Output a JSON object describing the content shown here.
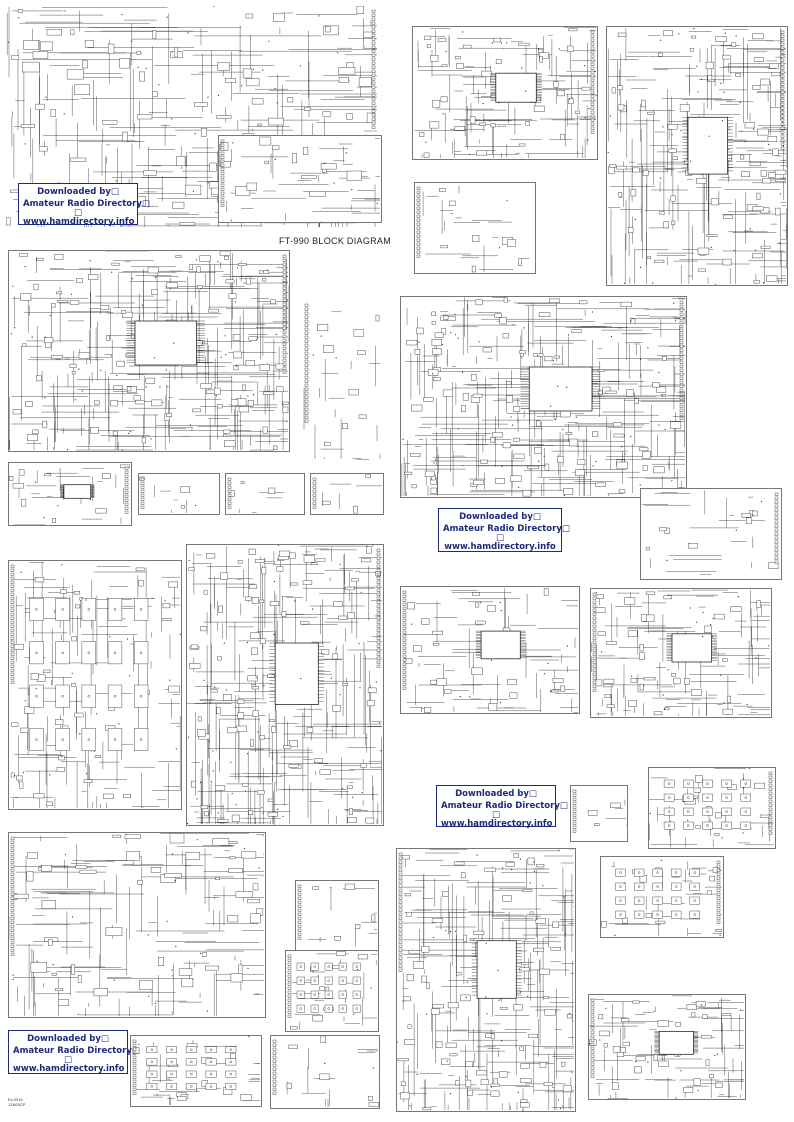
{
  "diagram_title": "FT-990 BLOCK DIAGRAM",
  "watermark": {
    "line1": "Downloaded by□",
    "line2": "Amateur Radio Directory□",
    "line3": "□",
    "line4": "www.hamdirectory.info"
  },
  "corner_code": [
    "Ex.0016",
    "1ZA03CP"
  ],
  "colors": {
    "ink": "#2a2a2a",
    "watermark": "#1d2b7a",
    "border": "#777777"
  },
  "sheets": [
    {
      "id": "block-diagram",
      "style": "blocks",
      "seed": 11
    },
    {
      "id": "block-diagram-sub",
      "style": "blocks",
      "seed": 12
    },
    {
      "id": "display-unit",
      "style": "dense",
      "seed": 13
    },
    {
      "id": "display-unit-small",
      "style": "sparse",
      "seed": 14
    },
    {
      "id": "ctrl-unit",
      "style": "grid",
      "seed": 15
    },
    {
      "id": "ctrl-unit-side",
      "style": "dense",
      "seed": 16
    },
    {
      "id": "ctrl-parts",
      "style": "bus",
      "seed": 17
    },
    {
      "id": "ctrl-conn",
      "style": "sparse",
      "seed": 18
    },
    {
      "id": "small-1",
      "style": "sparse",
      "seed": 19
    },
    {
      "id": "small-2",
      "style": "sparse",
      "seed": 20
    },
    {
      "id": "small-3",
      "style": "sparse",
      "seed": 21
    },
    {
      "id": "small-4",
      "style": "sparse",
      "seed": 22
    },
    {
      "id": "rf-unit",
      "style": "dense",
      "seed": 23
    },
    {
      "id": "filter-unit",
      "style": "dense",
      "seed": 24
    },
    {
      "id": "filter-ext",
      "style": "sparse",
      "seed": 25
    },
    {
      "id": "pll-unit",
      "style": "dense",
      "seed": 26
    },
    {
      "id": "cpu-unit",
      "style": "bus",
      "seed": 27
    },
    {
      "id": "dvs-unit",
      "style": "dense",
      "seed": 28
    },
    {
      "id": "key-unit",
      "style": "grid",
      "seed": 29
    },
    {
      "id": "small-5",
      "style": "sparse",
      "seed": 30
    },
    {
      "id": "tuner-unit",
      "style": "dense",
      "seed": 31
    },
    {
      "id": "final-unit",
      "style": "blocks",
      "seed": 32
    },
    {
      "id": "sub-a",
      "style": "sparse",
      "seed": 33
    },
    {
      "id": "sub-b",
      "style": "grid",
      "seed": 34
    },
    {
      "id": "sub-c",
      "style": "grid",
      "seed": 35
    },
    {
      "id": "sub-d",
      "style": "sparse",
      "seed": 36
    },
    {
      "id": "main-unit",
      "style": "dense",
      "seed": 37
    },
    {
      "id": "switch-grid",
      "style": "grid",
      "seed": 38
    },
    {
      "id": "ps-unit",
      "style": "dense",
      "seed": 39
    }
  ]
}
